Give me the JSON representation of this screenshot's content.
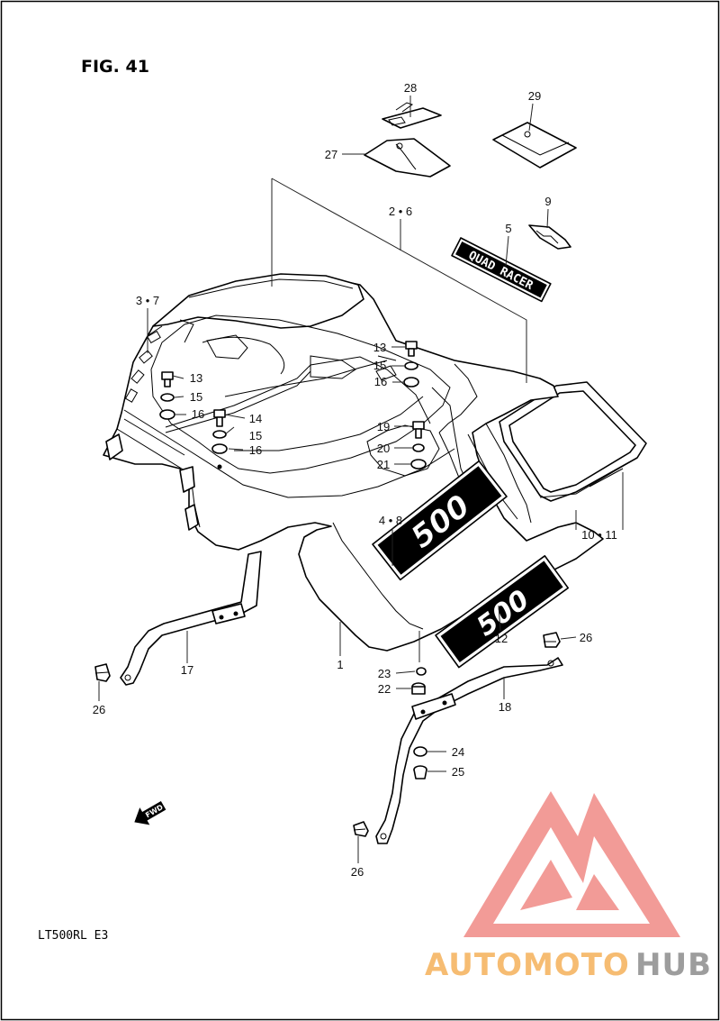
{
  "figure": {
    "title": "FIG. 41",
    "model": "LT500RL  E3"
  },
  "callouts": [
    {
      "label": "28"
    },
    {
      "label": "29"
    },
    {
      "label": "27"
    },
    {
      "label": "2 • 6"
    },
    {
      "label": "9"
    },
    {
      "label": "5"
    },
    {
      "label": "3 • 7"
    },
    {
      "label": "13"
    },
    {
      "label": "15"
    },
    {
      "label": "16"
    },
    {
      "label": "14"
    },
    {
      "label": "15"
    },
    {
      "label": "16"
    },
    {
      "label": "13"
    },
    {
      "label": "15"
    },
    {
      "label": "16"
    },
    {
      "label": "19"
    },
    {
      "label": "20"
    },
    {
      "label": "21"
    },
    {
      "label": "4 • 8"
    },
    {
      "label": "10 • 11"
    },
    {
      "label": "12"
    },
    {
      "label": "26"
    },
    {
      "label": "1"
    },
    {
      "label": "17"
    },
    {
      "label": "26"
    },
    {
      "label": "23"
    },
    {
      "label": "22"
    },
    {
      "label": "18"
    },
    {
      "label": "24"
    },
    {
      "label": "25"
    },
    {
      "label": "26"
    }
  ],
  "decal": {
    "text": "QUAD RACER"
  },
  "fender_badge": {
    "text": "500"
  },
  "side_badge": {
    "text": "500"
  },
  "fwd_arrow": {
    "text": "FWD",
    "icon": "fwd-arrow-icon"
  },
  "watermark": {
    "text_a": "AUTOMOTO",
    "text_b": "HUB",
    "colors": {
      "logo": "#f08a86",
      "text_a": "#f5b15a",
      "text_b": "#8c8c8c"
    }
  }
}
